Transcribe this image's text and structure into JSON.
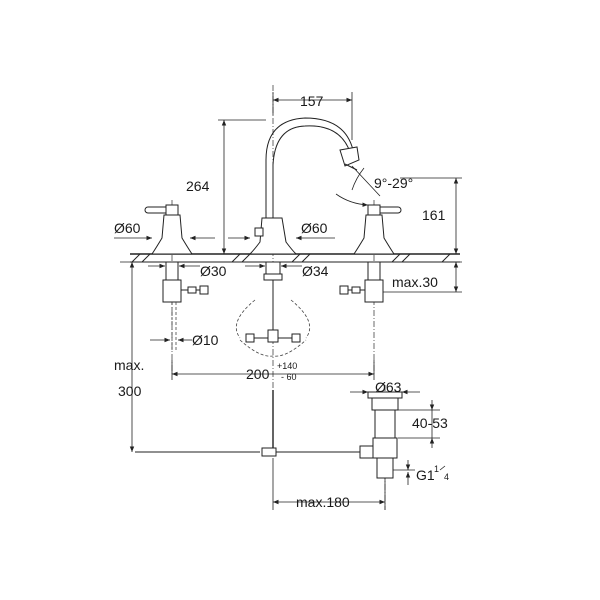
{
  "dimensions": {
    "spout_reach": "157",
    "spout_height": "264",
    "spout_angle": "9°-29°",
    "handle_height": "161",
    "diam_handle_left": "Ø60",
    "diam_spout_base": "Ø60",
    "diam_hole_left": "Ø30",
    "diam_hole_center": "Ø34",
    "max_thickness": "max.30",
    "diam_hose": "Ø10",
    "spacing_base": "200",
    "spacing_plus": "+140",
    "spacing_minus": "- 60",
    "max_depth_label": "max.",
    "max_depth_value": "300",
    "diam_waste": "Ø63",
    "waste_range": "40-53",
    "thread_prefix": "G1",
    "thread_num": "1",
    "thread_den": "4",
    "max_pull_rod": "max.180"
  }
}
